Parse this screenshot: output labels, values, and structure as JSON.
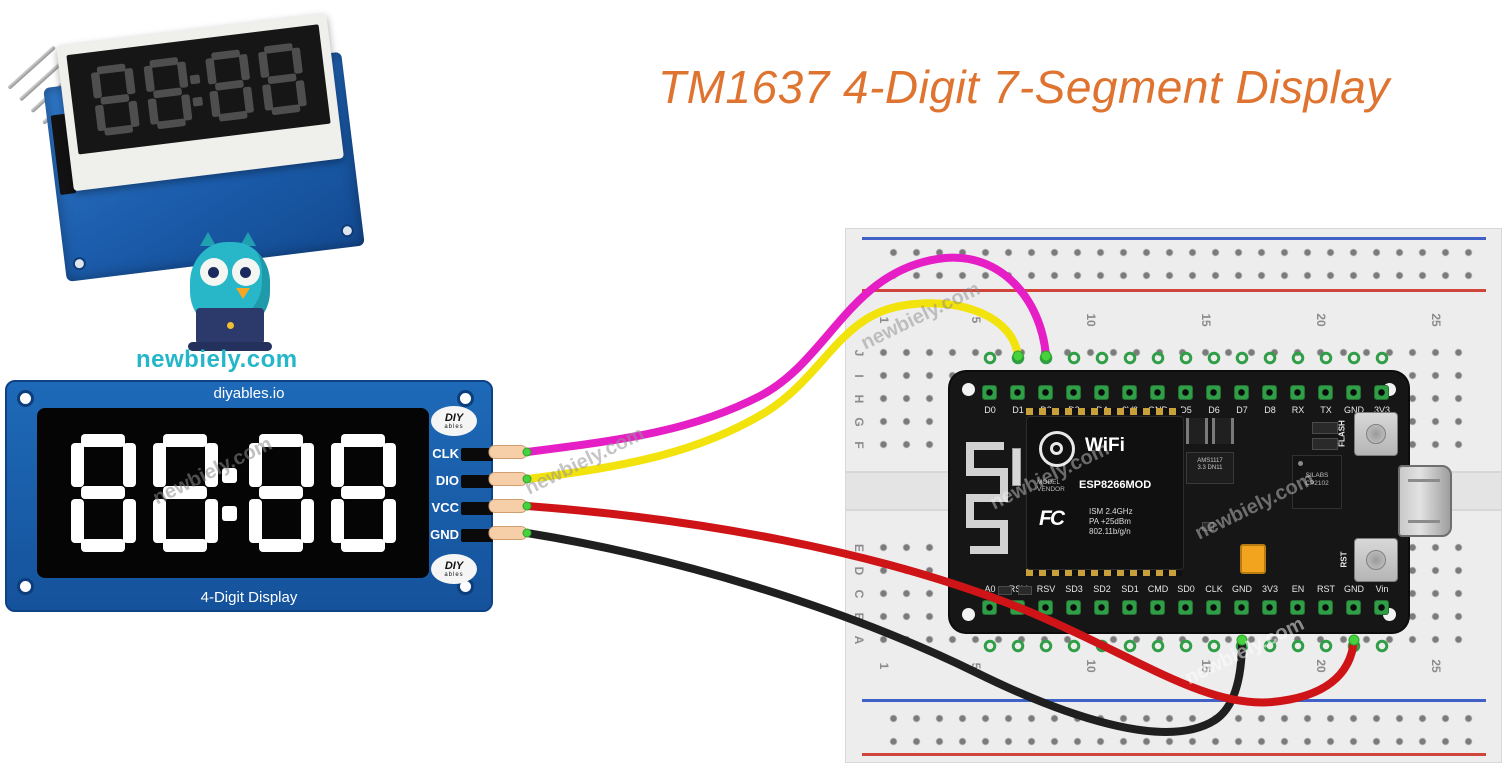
{
  "title": "TM1637 4-Digit 7-Segment Display",
  "brand": "newbiely.com",
  "watermark": "newbiely.com",
  "colors": {
    "title_orange": "#df7430",
    "brand_teal": "#25b6c9",
    "module_blue": "#1e6ab8",
    "breadboard_gray": "#ededee",
    "nodemcu_black": "#161616",
    "pad_green": "#2f9e46",
    "rail_red": "#d0443a",
    "rail_blue": "#4062c8",
    "connection_dot_green": "#46d23c"
  },
  "module": {
    "top_label": "diyables.io",
    "bottom_label": "4-Digit Display",
    "display_value": "88:88",
    "pins": [
      "CLK",
      "DIO",
      "VCC",
      "GND"
    ],
    "logo_main": "DIY",
    "logo_sub": "ables"
  },
  "photo": {
    "display_value": "88:88"
  },
  "nodemcu": {
    "top_pins": [
      "D0",
      "D1",
      "D2",
      "D3",
      "D4",
      "3V3",
      "GND",
      "D5",
      "D6",
      "D7",
      "D8",
      "RX",
      "TX",
      "GND",
      "3V3"
    ],
    "bottom_pins": [
      "A0",
      "RSV",
      "RSV",
      "SD3",
      "SD2",
      "SD1",
      "CMD",
      "SD0",
      "CLK",
      "GND",
      "3V3",
      "EN",
      "RST",
      "GND",
      "Vin"
    ],
    "esp": {
      "wifi": "WiFi",
      "vendor_line1": "MODEL",
      "vendor_line2": "VENDOR",
      "model": "ESP8266MOD",
      "fcc": "FC",
      "ism": "ISM 2.4GHz",
      "pa": "PA  +25dBm",
      "protocol": "802.11b/g/n"
    },
    "regulator_line1": "AMS1117",
    "regulator_line2": "3.3  DN11",
    "usb_chip_line1": "SILABS",
    "usb_chip_line2": "CP2102",
    "flash_label": "FLASH",
    "rst_label": "RST"
  },
  "breadboard": {
    "row_letters": [
      "J",
      "I",
      "H",
      "G",
      "F",
      "E",
      "D",
      "C",
      "B",
      "A"
    ],
    "column_numbers": [
      "1",
      "5",
      "10",
      "15",
      "20",
      "25"
    ]
  },
  "wires": [
    {
      "name": "clk-wire",
      "color": "#e61ec5"
    },
    {
      "name": "dio-wire",
      "color": "#f2e30c"
    },
    {
      "name": "vcc-wire",
      "color": "#cf1418"
    },
    {
      "name": "gnd-wire",
      "color": "#1f1f1f"
    }
  ]
}
